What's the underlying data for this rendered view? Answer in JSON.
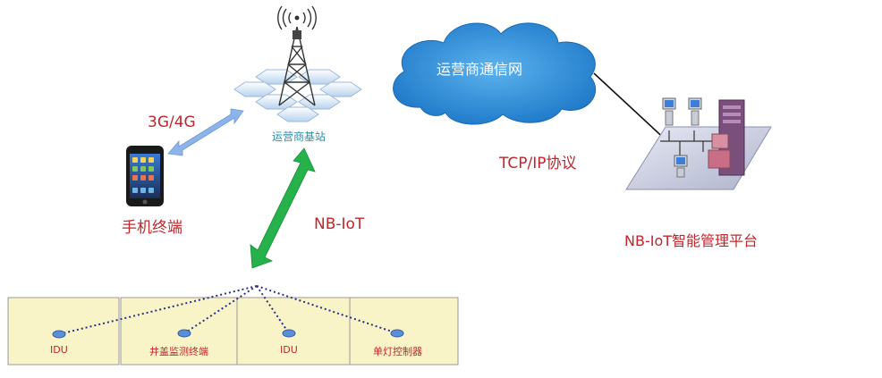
{
  "labels": {
    "base_station": "运营商基站",
    "cloud": "运营商通信网",
    "link_3g4g": "3G/4G",
    "tcpip": "TCP/IP协议",
    "phone": "手机终端",
    "nbiot_link": "NB-IoT",
    "platform": "NB-IoT智能管理平台"
  },
  "devices": [
    {
      "label": "IDU"
    },
    {
      "label": "井盖监测终端"
    },
    {
      "label": "IDU"
    },
    {
      "label": "单灯控制器"
    }
  ],
  "colors": {
    "label_red": "#c0262c",
    "label_teal": "#2b8ea8",
    "cloud_blue": "#2e8fd6",
    "arrow_green": "#25b24a",
    "arrow_blue": "#8cb4ea",
    "panel_fill": "#f8f4c8",
    "dotted_line": "#2b2f8a"
  }
}
